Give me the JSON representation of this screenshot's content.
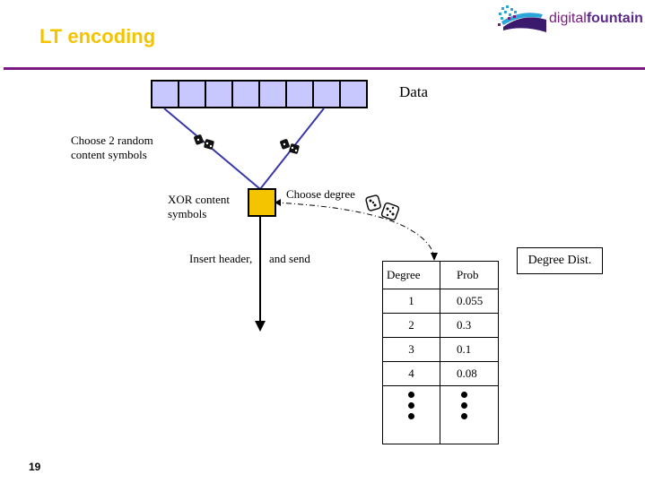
{
  "slide": {
    "title": "LT encoding",
    "page_number": "19",
    "accent_color": "#f5c400",
    "rule_color": "#7a1a7e"
  },
  "logo": {
    "text_light": "digital",
    "text_bold": "fountain",
    "icon": "fountain-wave-logo-icon"
  },
  "diagram": {
    "data_label": "Data",
    "data_cell_count": 8,
    "choose_symbols_label_line1": "Choose 2 random",
    "choose_symbols_label_line2": "content symbols",
    "xor_label_line1": "XOR content",
    "xor_label_line2": "symbols",
    "choose_degree_label": "Choose degree",
    "insert_header_label": "Insert header,",
    "and_send_label": "and send",
    "dice_icon": "dice-icon"
  },
  "degree_table": {
    "caption": "Degree Dist.",
    "headers": [
      "Degree",
      "Prob"
    ],
    "rows": [
      {
        "degree": "1",
        "prob": "0.055"
      },
      {
        "degree": "2",
        "prob": "0.3"
      },
      {
        "degree": "3",
        "prob": "0.1"
      },
      {
        "degree": "4",
        "prob": "0.08"
      }
    ],
    "continuation": "ellipsis-vertical"
  }
}
